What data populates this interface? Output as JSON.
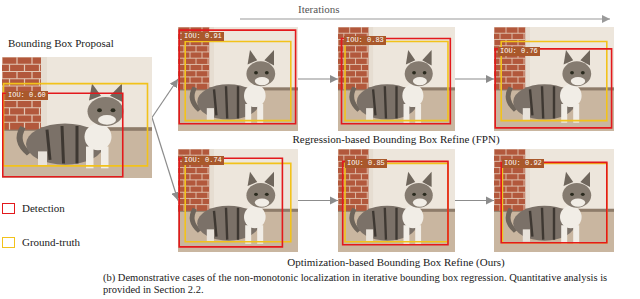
{
  "diagram": {
    "caption": "(b) Demonstrative cases of the non-monotonic localization in iterative bounding box regression. Quantitative analysis is provided in Section 2.2.",
    "nodes": [
      {
        "text": [
          "Bounding Box Proposal",
          "IOU: 0.60"
        ]
      },
      {
        "text": [
          "IOU: 0.91"
        ]
      },
      {
        "text": [
          "IOU: 0.83"
        ]
      },
      {
        "text": [
          "IOU: 0.76"
        ]
      },
      {
        "text": [
          "IOU: 0.74"
        ]
      },
      {
        "text": [
          "IOU: 0.85"
        ]
      },
      {
        "text": [
          "IOU: 0.92"
        ]
      }
    ],
    "edges": [
      {
        "from": 0,
        "to": 1,
        "arrow": "to"
      },
      {
        "from": 1,
        "to": 2,
        "arrow": "to"
      },
      {
        "from": 2,
        "to": 3,
        "arrow": "to"
      },
      {
        "from": 0,
        "to": 4,
        "arrow": "to"
      },
      {
        "from": 4,
        "to": 5,
        "arrow": "to"
      },
      {
        "from": 5,
        "to": 6,
        "arrow": "to"
      }
    ],
    "labels": [
      "Iterations",
      "Regression-based Bounding Box Refine (FPN)",
      "Optimization-based Bounding Box Refine (Ours)"
    ],
    "legend": [
      {
        "text": "Detection",
        "color": "#e3191c"
      },
      {
        "text": "Ground-truth",
        "color": "#f2c21b"
      }
    ]
  }
}
